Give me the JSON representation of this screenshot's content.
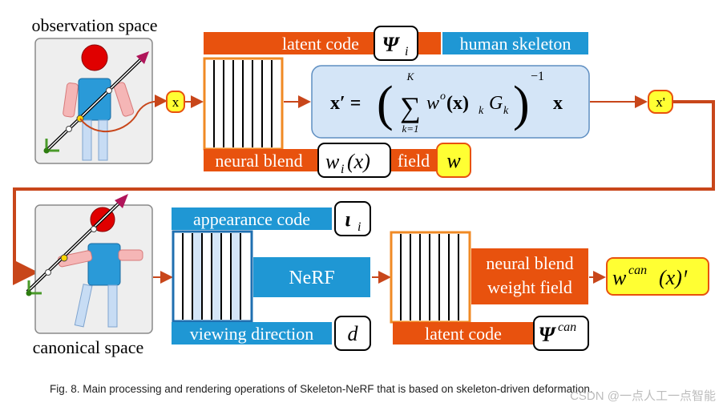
{
  "labels": {
    "observation_space": "observation space",
    "canonical_space": "canonical space",
    "latent_code_top": "latent code",
    "psi_i": "Ψ",
    "psi_i_sub": "i",
    "human_skeleton": "human skeleton",
    "x_input": "x",
    "x_prime": "x'",
    "neural_blend": "neural blend",
    "w_i_x": "w",
    "w_i_x_sub": "i",
    "w_i_x_arg": "(x)",
    "field": "field",
    "w_output": "w",
    "equation_lhs": "x′ =",
    "equation_sum_top": "K",
    "equation_sum_bottom": "k=1",
    "equation_term": "w",
    "equation_term_sup": "o",
    "equation_term_arg": "(x)",
    "equation_term_sub": "k",
    "equation_G": "G",
    "equation_G_sub": "k",
    "equation_exp": "−1",
    "equation_x": "x",
    "appearance_code": "appearance code",
    "iota_i": "ι",
    "iota_i_sub": "i",
    "nerf": "NeRF",
    "viewing_direction": "viewing direction",
    "d": "d",
    "neural_blend_weight_field_1": "neural blend",
    "neural_blend_weight_field_2": "weight field",
    "w_can": "w",
    "w_can_sup": "can",
    "w_can_arg": "(x)ꞌ",
    "latent_code_bottom": "latent code",
    "psi_can": "Ψ",
    "psi_can_sup": "can"
  },
  "caption": "Fig. 8.  Main processing and rendering operations of Skeleton-NeRF that is based on skeleton-driven deformation.",
  "watermark": "CSDN @一点人工一点智能",
  "colors": {
    "orange": "#e8520e",
    "orange_border": "#f08a24",
    "blue": "#1f97d4",
    "light_blue": "#cfe3f7",
    "yellow": "#ffff33",
    "arrow": "#c8461a"
  }
}
